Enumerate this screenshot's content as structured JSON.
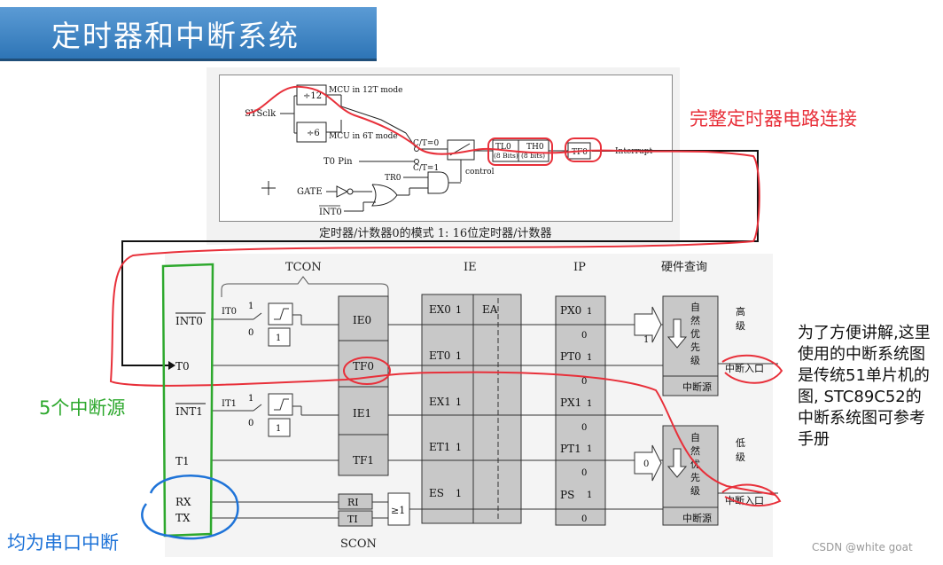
{
  "slide": {
    "title": "定时器和中断系统",
    "red_annotation": "完整定时器电路连接",
    "green_annotation": "5个中断源",
    "blue_annotation": "均为串口中断",
    "side_note": "为了方便讲解,这里使用的中断系统图是传统51单片机的图, STC89C52的中断系统图可参考手册",
    "watermark": "CSDN @white goat"
  },
  "timer_diagram": {
    "caption": "定时器/计数器0的模式 1: 16位定时器/计数器",
    "sysclk": "SYSclk",
    "div12": "÷12",
    "div6": "÷6",
    "mode12": "MCU in 12T mode",
    "mode6": "MCU in 6T mode",
    "ct0": "C/T=0",
    "ct1": "C/T=1",
    "t0pin": "T0 Pin",
    "tr0": "TR0",
    "gate": "GATE",
    "int0": "INT0",
    "control": "control",
    "tl0": "TL0",
    "tl0_bits": "(8 Bits)",
    "th0": "TH0",
    "th0_bits": "(8 bits)",
    "tf0": "TF0",
    "interrupt": "Interrupt"
  },
  "interrupt_diagram": {
    "tcon": "TCON",
    "ie": "IE",
    "ip": "IP",
    "hw_query": "硬件查询",
    "scon": "SCON",
    "sources": [
      "INT0",
      "T0",
      "INT1",
      "T1",
      "RX",
      "TX"
    ],
    "it0": "IT0",
    "it1": "IT1",
    "one": "1",
    "zero": "0",
    "flags": [
      "IE0",
      "TF0",
      "IE1",
      "TF1"
    ],
    "ri": "RI",
    "ti": "TI",
    "or_gate": "≥1",
    "ie_bits": [
      "EX0",
      "ET0",
      "EX1",
      "ET1",
      "ES"
    ],
    "ea": "EA",
    "ip_bits": [
      "PX0",
      "PT0",
      "PX1",
      "PT1",
      "PS"
    ],
    "high": "高级",
    "low": "低级",
    "natural_priority": "自然优先级",
    "int_source": "中断源",
    "int_entry": "中断入口"
  },
  "colors": {
    "title_bg": "#2e75b6",
    "red": "#e8303a",
    "green": "#2da82d",
    "blue": "#1e73d8"
  }
}
